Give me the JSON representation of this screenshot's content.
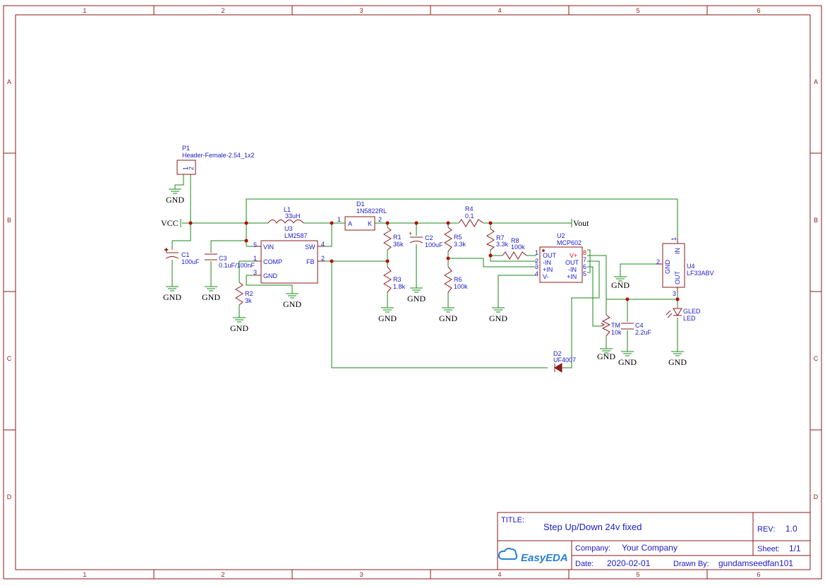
{
  "frame": {
    "columns": [
      "1",
      "2",
      "3",
      "4",
      "5",
      "6"
    ],
    "rows": [
      "A",
      "B",
      "C",
      "D"
    ]
  },
  "net_labels": {
    "vcc": "VCC",
    "vout": "Vout",
    "gnd": "GND"
  },
  "components": {
    "p1": {
      "ref": "P1",
      "value": "Header-Female-2.54_1x2",
      "pin1": "1",
      "pin2": "2"
    },
    "l1": {
      "ref": "L1",
      "value": "33uH"
    },
    "u3": {
      "ref": "U3",
      "value": "LM2587",
      "pin_vin": "VIN",
      "pin_comp": "COMP",
      "pin_gnd": "GND",
      "pin_sw": "SW",
      "pin_fb": "FB",
      "n5": "5",
      "n1": "1",
      "n3": "3",
      "n4": "4",
      "n2": "2"
    },
    "d1": {
      "ref": "D1",
      "value": "1N5822RL",
      "a": "A",
      "k": "K",
      "n1": "1",
      "n2": "2"
    },
    "c1": {
      "ref": "C1",
      "value": "100uF"
    },
    "c3": {
      "ref": "C3",
      "value": "0.1uF/100nF"
    },
    "r2": {
      "ref": "R2",
      "value": "3k"
    },
    "r1": {
      "ref": "R1",
      "value": "36k"
    },
    "r3": {
      "ref": "R3",
      "value": "1.8k"
    },
    "c2": {
      "ref": "C2",
      "value": "100uF"
    },
    "r4": {
      "ref": "R4",
      "value": "0.1"
    },
    "r5": {
      "ref": "R5",
      "value": "3.3k"
    },
    "r6": {
      "ref": "R6",
      "value": "100k"
    },
    "r7": {
      "ref": "R7",
      "value": "3.3k"
    },
    "r8": {
      "ref": "R8",
      "value": "100k"
    },
    "u2": {
      "ref": "U2",
      "value": "MCP602",
      "l_out": "OUT",
      "l_nin": "-IN",
      "l_pin": "+IN",
      "l_vm": "V-",
      "r_vp": "V+",
      "r_out": "OUT",
      "r_nin": "-IN",
      "r_pin": "+IN",
      "n1": "1",
      "n2": "2",
      "n3": "3",
      "n4": "4",
      "n8": "8",
      "n7": "7",
      "n6": "6",
      "n5": "5"
    },
    "u4": {
      "ref": "U4",
      "value": "LF33ABV",
      "in": "IN",
      "gnd": "GND",
      "out": "OUT",
      "n1": "1",
      "n2": "2",
      "n3": "3"
    },
    "gled": {
      "ref": "GLED",
      "value": "LED"
    },
    "tm": {
      "ref": "TM",
      "value": "10k"
    },
    "c4": {
      "ref": "C4",
      "value": "2.2uF"
    },
    "d2": {
      "ref": "D2",
      "value": "UF4007"
    }
  },
  "title_block": {
    "title_label": "TITLE:",
    "title": "Step Up/Down 24v fixed",
    "rev_label": "REV:",
    "rev": "1.0",
    "company_label": "Company:",
    "company": "Your Company",
    "sheet_label": "Sheet:",
    "sheet": "1/1",
    "date_label": "Date:",
    "date": "2020-02-01",
    "drawn_label": "Drawn By:",
    "drawn_by": "gundamseedfan101",
    "logo": "EasyEDA"
  }
}
